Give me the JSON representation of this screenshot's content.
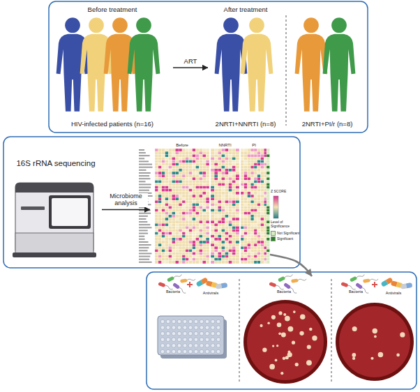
{
  "diagram": {
    "nodes": [
      {
        "text": [
          "Before treatment",
          "HIV-infected patients (n=16)"
        ]
      },
      {
        "text": [
          "After treatment",
          "2NRTI+NNRTI (n=8)"
        ]
      },
      {
        "text": [
          "2NRTI+PI/r (n=8)"
        ]
      },
      {
        "text": [
          "16S rRNA sequencing"
        ]
      },
      {
        "text": [
          "Before",
          "NNRTI",
          "PI"
        ]
      },
      {
        "text": [
          "Bacteria",
          "Antivirals"
        ]
      },
      {
        "text": [
          "Bacteria"
        ]
      },
      {
        "text": [
          "Bacteria",
          "Antivirals"
        ]
      }
    ],
    "edges": [
      {
        "from": 0,
        "to": 1,
        "label": "ART",
        "arrow": "to"
      },
      {
        "from": 3,
        "to": 4,
        "label": "Microbiome analysis",
        "arrow": "to"
      },
      {
        "from": 4,
        "to": 6,
        "arrow": "to"
      }
    ],
    "labels": [
      "Z SCORE",
      "Level of Significance"
    ],
    "legend": [
      {
        "text": "Not Significant",
        "color": "#d9ecc4"
      },
      {
        "text": "Significant",
        "color": "#2e7d32"
      }
    ]
  }
}
